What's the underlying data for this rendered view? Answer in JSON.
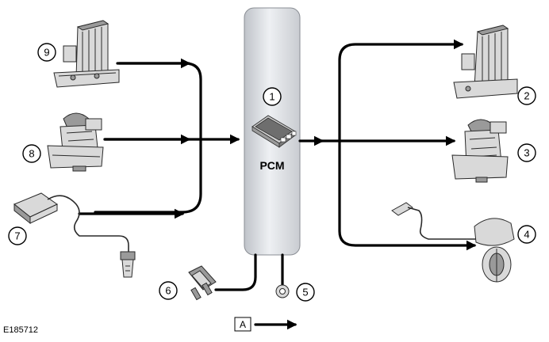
{
  "diagram": {
    "module_label": "PCM",
    "figure_id": "E185712",
    "legend_label": "A",
    "callouts": [
      "1",
      "2",
      "3",
      "4",
      "5",
      "6",
      "7",
      "8",
      "9"
    ]
  }
}
